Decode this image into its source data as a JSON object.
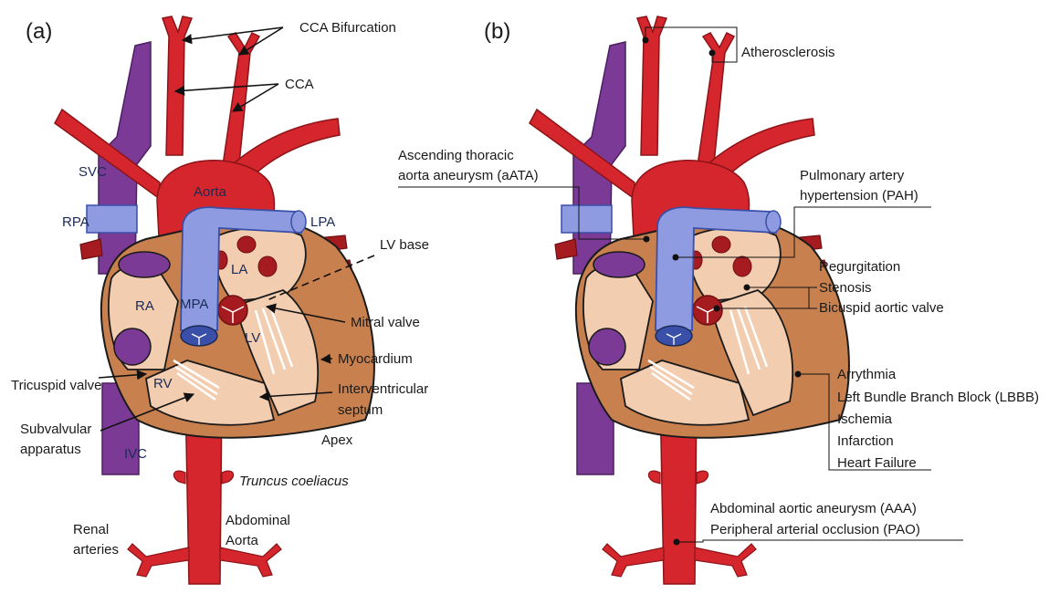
{
  "panels": {
    "a": {
      "panel_label": "(a)",
      "labels": {
        "cca_bifurcation": "CCA Bifurcation",
        "cca": "CCA",
        "svc": "SVC",
        "aorta": "Aorta",
        "rpa": "RPA",
        "lpa": "LPA",
        "lv_base": "LV base",
        "la": "LA",
        "ra": "RA",
        "mpa": "MPA",
        "mitral_valve": "Mitral valve",
        "lv": "LV",
        "myocardium": "Myocardium",
        "tricuspid_valve": "Tricuspid valve",
        "rv": "RV",
        "interventricular_septum_1": "Interventricular",
        "interventricular_septum_2": "septum",
        "subvalvular_1": "Subvalvular",
        "subvalvular_2": "apparatus",
        "ivc": "IVC",
        "apex": "Apex",
        "truncus_coeliacus": "Truncus coeliacus",
        "renal_1": "Renal",
        "renal_2": "arteries",
        "abdominal_aorta_1": "Abdominal",
        "abdominal_aorta_2": "Aorta"
      }
    },
    "b": {
      "panel_label": "(b)",
      "labels": {
        "atherosclerosis": "Atherosclerosis",
        "aata_1": "Ascending thoracic",
        "aata_2": "aorta aneurysm (aATA)",
        "pah_1": "Pulmonary artery",
        "pah_2": "hypertension (PAH)",
        "regurgitation": "Regurgitation",
        "stenosis": "Stenosis",
        "bicuspid": "Bicuspid aortic valve",
        "arrythmia": "Arrythmia",
        "lbbb": "Left Bundle Branch Block (LBBB)",
        "ischemia": "Ischemia",
        "infarction": "Infarction",
        "heart_failure": "Heart Failure",
        "aaa": "Abdominal aortic aneurysm (AAA)",
        "pao": "Peripheral arterial occlusion (PAO)"
      }
    }
  },
  "colors": {
    "artery_red": "#d4262c",
    "artery_dark": "#a51b20",
    "vein_purple": "#7b3a96",
    "pulmonary_blue": "#8e9be0",
    "pulmonary_blue_dark": "#3a4fa8",
    "myocardium": "#c8814e",
    "chamber": "#f3cdb0"
  }
}
